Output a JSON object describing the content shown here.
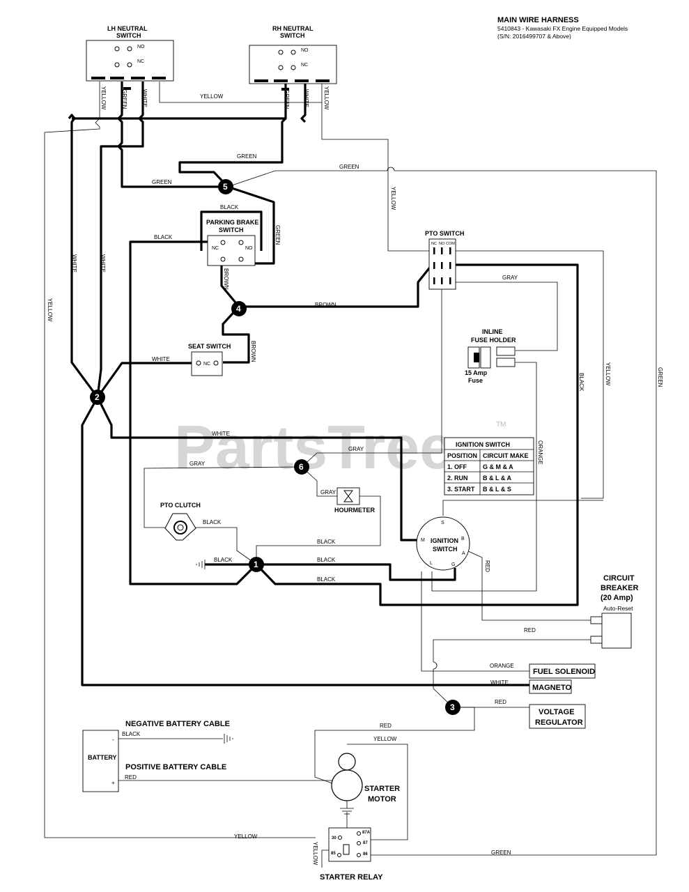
{
  "header": {
    "title": "MAIN WIRE HARNESS",
    "line1": "5410843 - Kawasaki FX Engine Equipped Models",
    "line2": "(S/N: 2016499707 & Above)"
  },
  "watermark": {
    "text": "PartsTree",
    "tm": "TM"
  },
  "components": {
    "lh_neutral_1": "LH NEUTRAL",
    "lh_neutral_2": "SWITCH",
    "rh_neutral_1": "RH NEUTRAL",
    "rh_neutral_2": "SWITCH",
    "parking_brake_1": "PARKING BRAKE",
    "parking_brake_2": "SWITCH",
    "seat_switch": "SEAT SWITCH",
    "pto_switch": "PTO SWITCH",
    "inline_fuse_1": "INLINE",
    "inline_fuse_2": "FUSE HOLDER",
    "fuse_1": "15 Amp",
    "fuse_2": "Fuse",
    "pto_clutch": "PTO CLUTCH",
    "hourmeter": "HOURMETER",
    "ignition_1": "IGNITION",
    "ignition_2": "SWITCH",
    "breaker_1": "CIRCUIT",
    "breaker_2": "BREAKER",
    "breaker_3": "(20 Amp)",
    "breaker_4": "Auto-Reset",
    "fuel_solenoid": "FUEL SOLENOID",
    "magneto": "MAGNETO",
    "voltage_1": "VOLTAGE",
    "voltage_2": "REGULATOR",
    "neg_cable": "NEGATIVE BATTERY CABLE",
    "pos_cable": "POSITIVE BATTERY CABLE",
    "battery": "BATTERY",
    "battery_neg": "-",
    "battery_pos": "+",
    "starter_1": "STARTER",
    "starter_2": "MOTOR",
    "starter_relay": "STARTER RELAY"
  },
  "terminals": {
    "no": "NO",
    "nc": "NC",
    "com": "COM",
    "s": "S",
    "m": "M",
    "b": "B",
    "a": "A",
    "l": "L",
    "g": "G",
    "r30": "30",
    "r87a": "87A",
    "r87": "87",
    "r85": "85",
    "r86": "86"
  },
  "ignition_table": {
    "title": "IGNITION SWITCH",
    "headers": [
      "POSITION",
      "CIRCUIT MAKE"
    ],
    "rows": [
      [
        "1. OFF",
        "G & M & A"
      ],
      [
        "2. RUN",
        "B & L & A"
      ],
      [
        "3. START",
        "B & L & S"
      ]
    ]
  },
  "nodes": [
    "1",
    "2",
    "3",
    "4",
    "5",
    "6"
  ],
  "wire_colors": {
    "yellow": "YELLOW",
    "green": "GREEN",
    "white": "WHITE",
    "black": "BLACK",
    "brown": "BROWN",
    "gray": "GRAY",
    "orange": "ORANGE",
    "red": "RED"
  }
}
